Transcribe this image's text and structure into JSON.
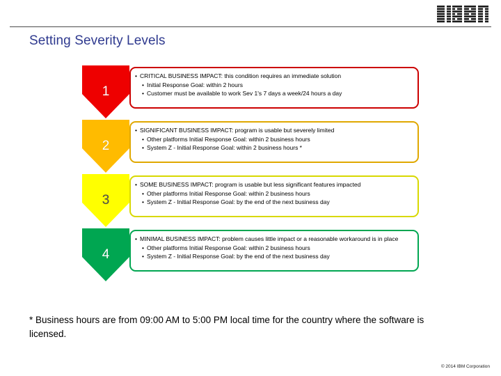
{
  "header": {
    "logo_alt": "IBM",
    "title": "Setting Severity Levels"
  },
  "colors": {
    "title": "#2f3a8f",
    "sev1_fill": "#ee0000",
    "sev1_border": "#cc0000",
    "sev2_fill": "#ffbb00",
    "sev2_border": "#e0a800",
    "sev3_fill": "#ffff00",
    "sev3_border": "#d8d800",
    "sev4_fill": "#00a651",
    "sev4_border": "#00a651"
  },
  "severities": [
    {
      "number": "1",
      "fill": "#ee0000",
      "border": "#cc0000",
      "number_color": "#ffffff",
      "lines": [
        {
          "indent": 1,
          "text": "CRITICAL BUSINESS IMPACT: this condition requires an immediate solution"
        },
        {
          "indent": 2,
          "text": "Initial Response Goal: within 2 hours"
        },
        {
          "indent": 2,
          "text": "Customer must be available to work Sev 1's 7 days a week/24 hours a day"
        }
      ]
    },
    {
      "number": "2",
      "fill": "#ffbb00",
      "border": "#e0a800",
      "number_color": "#ffffff",
      "lines": [
        {
          "indent": 1,
          "text": "SIGNIFICANT BUSINESS IMPACT: program is usable but severely limited"
        },
        {
          "indent": 2,
          "text": "Other platforms Initial Response Goal: within 2 business hours"
        },
        {
          "indent": 2,
          "text": "System Z - Initial Response Goal: within 2 business hours *"
        }
      ]
    },
    {
      "number": "3",
      "fill": "#ffff00",
      "border": "#d8d800",
      "number_color": "#4e4e4e",
      "lines": [
        {
          "indent": 1,
          "text": "SOME BUSINESS IMPACT: program is usable but less significant features impacted"
        },
        {
          "indent": 2,
          "text": "Other platforms Initial Response Goal: within 2 business hours"
        },
        {
          "indent": 2,
          "text": "System Z - Initial Response Goal: by the end of the next business day"
        }
      ]
    },
    {
      "number": "4",
      "fill": "#00a651",
      "border": "#00a651",
      "number_color": "#ffffff",
      "lines": [
        {
          "indent": 1,
          "text": "MINIMAL BUSINESS IMPACT: problem causes little impact or a reasonable workaround is in place",
          "wrap": true
        },
        {
          "indent": 2,
          "text": "Other platforms Initial Response Goal: within 2 business hours"
        },
        {
          "indent": 2,
          "text": "System Z - Initial Response Goal: by the end of the next business day"
        }
      ]
    }
  ],
  "footnote": "* Business hours are from 09:00 AM to 5:00 PM local time for the country where the software is licensed.",
  "copyright": "© 2014 IBM Corporation"
}
